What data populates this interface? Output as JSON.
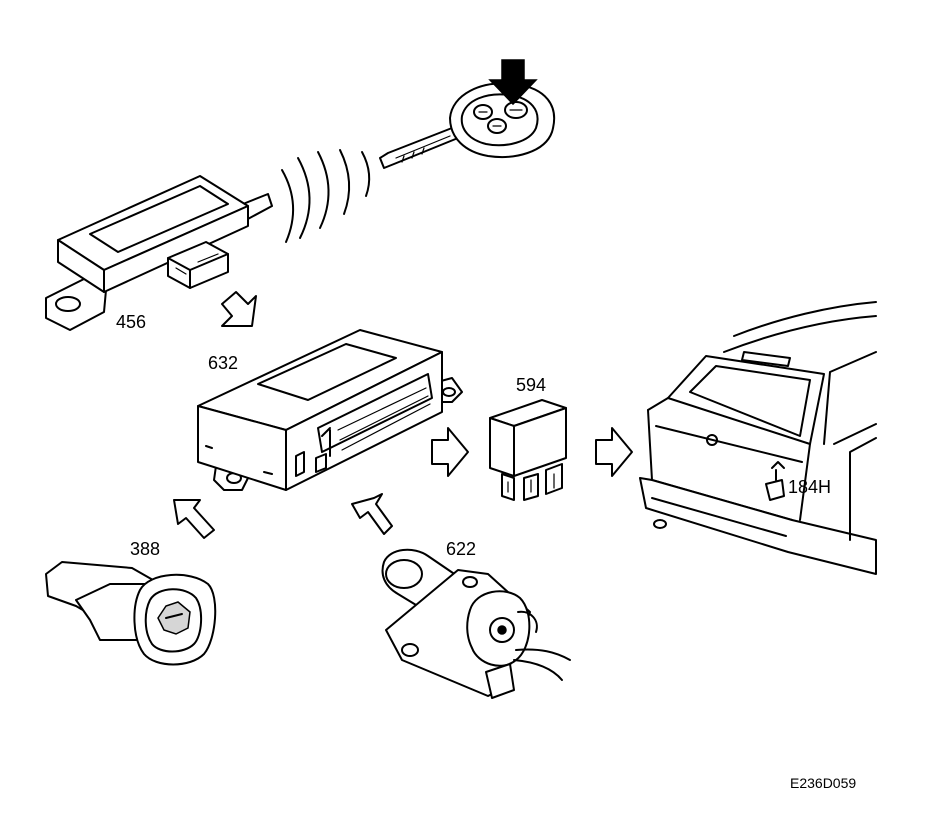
{
  "labels": {
    "antenna": "456",
    "control_module": "632",
    "relay": "594",
    "car": "184H",
    "ignition_switch": "388",
    "lock_cylinder": "622",
    "figure_code": "E236D059"
  },
  "colors": {
    "line": "#000000",
    "background": "#ffffff",
    "shade": "#d6d6d6"
  },
  "icons": [
    "key-fob-icon",
    "signal-waves-icon",
    "flow-arrow-icon",
    "push-arrow-icon"
  ]
}
